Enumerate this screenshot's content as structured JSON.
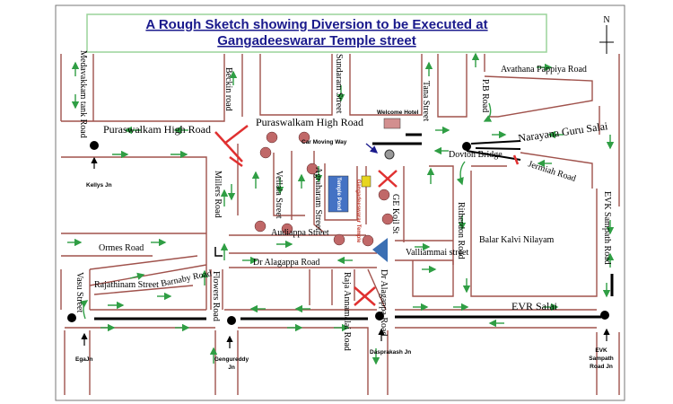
{
  "title": {
    "line1": "A Rough Sketch showing  Diversion to be Executed at",
    "line2": "Gangadeeswarar Temple street"
  },
  "compass": {
    "label": "N"
  },
  "roads": {
    "medavakkam": "Medavakkam tank Road",
    "beckin": "Beckin road",
    "sundaram": "Sundaram Street",
    "tana": "Tana Street",
    "avathana": "Avathana Pappiya Road",
    "pb_road": "P.B Road",
    "purasw_left": "Puraswalkam High Road",
    "purasw_mid": "Puraswalkam High Road",
    "narayana": "Narayana Guru Salai",
    "dovton": "Dovton Bridge",
    "jermiah": "Jermiah Road",
    "evk_sampath_road": "EVK Sampath Road",
    "millers": "Millers Road",
    "vellala": "Vellala Street",
    "agraharam": "Agraharam Street",
    "ge_koil": "GE Koil St",
    "ritherdon": "Ritherdon Road",
    "audiappa": "Audiappa Street",
    "ormes": "Ormes Road",
    "vallianmai": "Valliammai street",
    "balar": "Balar Kalvi Nilayam",
    "alagappa": "Dr Alagappa Road",
    "alagappa_v": "Dr Alagappa Road",
    "raja_annamalai": "Raja Annamalai Road",
    "rajathinam": "Rajathinam Street",
    "barnaby": "Barnaby Road",
    "flowers": "Flowers Road",
    "vasu": "Vasu Street",
    "evr_salai": "EVR Salai",
    "car_moving": "Car Moving Way",
    "welcome_hotel": "Welcome Hotel",
    "temple_pond": "Temple Pond",
    "gangadeeswarar_temple": "Gangadeeswarar Temple"
  },
  "junctions": {
    "kellys": "Kellys Jn",
    "ega": "EgaJn",
    "gengureddy_1": "Gengureddy",
    "gengureddy_2": "Jn",
    "dasprakash": "Dasprakash Jn",
    "evk_1": "EVK",
    "evk_2": "Sampath",
    "evk_3": "Road Jn"
  },
  "colors": {
    "road": "#a0524c",
    "arrow": "#2f9e44",
    "block": "#e03030",
    "title": "#1a1a8c",
    "pond": "#4472c4",
    "temple_marker": "#e7d51e",
    "triangle": "#3b6fb3"
  }
}
